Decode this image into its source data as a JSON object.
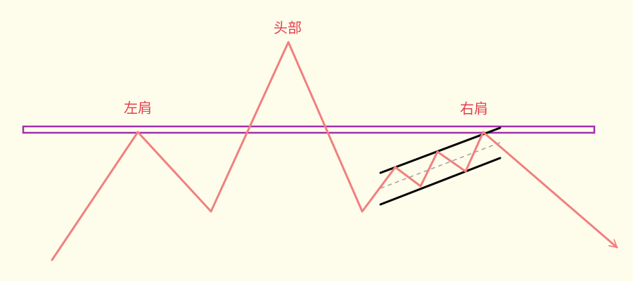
{
  "labels": {
    "head": "头部",
    "left_shoulder": "左肩",
    "right_shoulder": "右肩"
  },
  "colors": {
    "background": "#fefcea",
    "price_line": "#f08080",
    "neckline_box": "#a030b0",
    "channel": "#000000",
    "midline": "#a0a0a0",
    "label_text": "#e04050"
  }
}
